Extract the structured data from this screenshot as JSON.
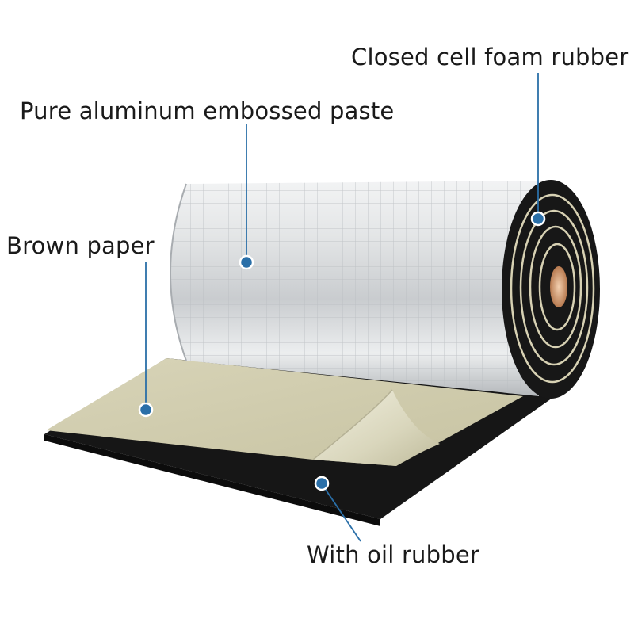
{
  "labels": {
    "closed_cell": "Closed cell foam rubber",
    "aluminum": "Pure aluminum embossed paste",
    "brown_paper": "Brown paper",
    "oil_rubber": "With oil rubber"
  },
  "colors": {
    "callout": "#2a6fa8",
    "foam": "#1b1b1b",
    "paper": "#d3cfb1",
    "foil": "#d9dbdc",
    "core": "#d9a57c"
  }
}
